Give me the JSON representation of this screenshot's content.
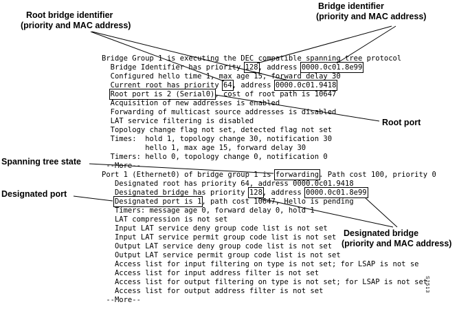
{
  "figure": {
    "colors": {
      "background": "#ffffff",
      "text": "#000000",
      "line": "#000000"
    },
    "figure_id": "S2513",
    "callouts": {
      "root_bridge_identifier": {
        "line1": "Root bridge identifier",
        "line2": "(priority and MAC address)"
      },
      "bridge_identifier": {
        "line1": "Bridge identifier",
        "line2": "(priority and MAC address)"
      },
      "root_port": "Root port",
      "spanning_tree_state": "Spanning tree state",
      "designated_port": "Designated port",
      "designated_bridge": {
        "line1": "Designated bridge",
        "line2": "(priority and MAC address)"
      }
    },
    "terminal": {
      "lines": [
        [
          {
            "t": "Bridge Group 1 is executing the DEC compatible spanning tree protocol"
          }
        ],
        [
          {
            "t": "  Bridge Identifier has priority "
          },
          {
            "t": "128",
            "box": true
          },
          {
            "t": ", address "
          },
          {
            "t": "0000.0c01.8e99",
            "box": true
          }
        ],
        [
          {
            "t": "  Configured hello time 1, max age 15, forward delay 30"
          }
        ],
        [
          {
            "t": "  Current root has priority "
          },
          {
            "t": "64",
            "box": true
          },
          {
            "t": ", address "
          },
          {
            "t": "0000.0c01.9418",
            "box": true
          }
        ],
        [
          {
            "t": "  "
          },
          {
            "t": "Root port is 2 (Serial0)",
            "box": true
          },
          {
            "t": ", cost of root path is 10647"
          }
        ],
        [
          {
            "t": "  Acquisition of new addresses is enabled"
          }
        ],
        [
          {
            "t": "  Forwarding of multicast source addresses is disabled"
          }
        ],
        [
          {
            "t": "  LAT service filtering is disabled"
          }
        ],
        [
          {
            "t": "  Topology change flag not set, detected flag not set"
          }
        ],
        [
          {
            "t": "  Times:  hold 1, topology change 30, notification 30"
          }
        ],
        [
          {
            "t": "          hello 1, max age 15, forward delay 30"
          }
        ],
        [
          {
            "t": "  Timers: hello 0, topology change 0, notification 0"
          }
        ],
        [
          {
            "t": " --More--"
          }
        ],
        [
          {
            "t": "Port 1 (Ethernet0) of bridge group 1 is "
          },
          {
            "t": "forwarding",
            "box": true
          },
          {
            "t": ". Path cost 100, priority 0"
          }
        ],
        [
          {
            "t": "   Designated root has priority 64, address 0000.0c01.9418"
          }
        ],
        [
          {
            "t": "   Designated bridge has priority "
          },
          {
            "t": "128",
            "box": true
          },
          {
            "t": ", address "
          },
          {
            "t": "0000.0c01.8e99",
            "box": true
          }
        ],
        [
          {
            "t": "   "
          },
          {
            "t": "Designated port is 1",
            "box": true
          },
          {
            "t": ", path cost 10647, Hello is pending"
          }
        ],
        [
          {
            "t": "   Timers: message age 0, forward delay 0, hold 1"
          }
        ],
        [
          {
            "t": "   LAT compression is not set"
          }
        ],
        [
          {
            "t": "   Input LAT service deny group code list is not set"
          }
        ],
        [
          {
            "t": "   Input LAT service permit group code list is not set"
          }
        ],
        [
          {
            "t": "   Output LAT service deny group code list is not set"
          }
        ],
        [
          {
            "t": "   Output LAT service permit group code list is not set"
          }
        ],
        [
          {
            "t": "   Access list for input filtering on type is not set; for LSAP is not se"
          }
        ],
        [
          {
            "t": "   Access list for input address filter is not set"
          }
        ],
        [
          {
            "t": "   Access list for output filtering on type is not set; for LSAP is not set"
          }
        ],
        [
          {
            "t": "   Access list for output address filter is not set"
          }
        ],
        [
          {
            "t": " --More--"
          }
        ]
      ]
    }
  }
}
